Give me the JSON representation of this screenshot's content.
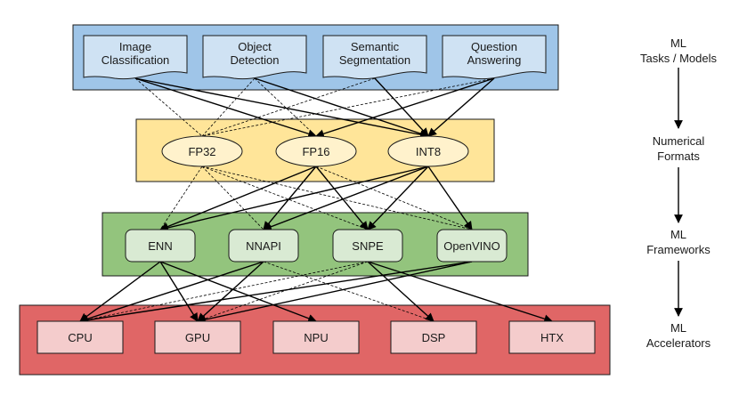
{
  "layers": {
    "tasks": {
      "label_lines": [
        "ML",
        "Tasks / Models"
      ],
      "color": "#9fc5e8",
      "node_color": "#cfe2f3"
    },
    "formats": {
      "label_lines": [
        "Numerical",
        "Formats"
      ],
      "color": "#ffe599",
      "node_color": "#fff2cc"
    },
    "frameworks": {
      "label_lines": [
        "ML",
        "Frameworks"
      ],
      "color": "#93c47d",
      "node_color": "#d9ead3"
    },
    "accelerators": {
      "label_lines": [
        "ML",
        "Accelerators"
      ],
      "color": "#e06666",
      "node_color": "#f4cccc"
    }
  },
  "nodes": {
    "tasks": [
      {
        "id": "image_classification",
        "lines": [
          "Image",
          "Classification"
        ]
      },
      {
        "id": "object_detection",
        "lines": [
          "Object",
          "Detection"
        ]
      },
      {
        "id": "semantic_segmentation",
        "lines": [
          "Semantic",
          "Segmentation"
        ]
      },
      {
        "id": "question_answering",
        "lines": [
          "Question",
          "Answering"
        ]
      }
    ],
    "formats": [
      {
        "id": "fp32",
        "label": "FP32"
      },
      {
        "id": "fp16",
        "label": "FP16"
      },
      {
        "id": "int8",
        "label": "INT8"
      }
    ],
    "frameworks": [
      {
        "id": "enn",
        "label": "ENN"
      },
      {
        "id": "nnapi",
        "label": "NNAPI"
      },
      {
        "id": "snpe",
        "label": "SNPE"
      },
      {
        "id": "openvino",
        "label": "OpenVINO"
      }
    ],
    "accelerators": [
      {
        "id": "cpu",
        "label": "CPU"
      },
      {
        "id": "gpu",
        "label": "GPU"
      },
      {
        "id": "npu",
        "label": "NPU"
      },
      {
        "id": "dsp",
        "label": "DSP"
      },
      {
        "id": "htx",
        "label": "HTX"
      }
    ]
  },
  "edges": [
    {
      "from": "image_classification",
      "to": "fp32",
      "style": "dashed"
    },
    {
      "from": "image_classification",
      "to": "fp16",
      "style": "solid"
    },
    {
      "from": "image_classification",
      "to": "int8",
      "style": "solid"
    },
    {
      "from": "object_detection",
      "to": "fp32",
      "style": "dashed"
    },
    {
      "from": "object_detection",
      "to": "fp16",
      "style": "dashed"
    },
    {
      "from": "object_detection",
      "to": "int8",
      "style": "solid"
    },
    {
      "from": "semantic_segmentation",
      "to": "fp32",
      "style": "dashed"
    },
    {
      "from": "semantic_segmentation",
      "to": "int8",
      "style": "solid"
    },
    {
      "from": "question_answering",
      "to": "fp32",
      "style": "dashed"
    },
    {
      "from": "question_answering",
      "to": "fp16",
      "style": "solid"
    },
    {
      "from": "question_answering",
      "to": "int8",
      "style": "solid"
    },
    {
      "from": "fp32",
      "to": "enn",
      "style": "dashed"
    },
    {
      "from": "fp32",
      "to": "nnapi",
      "style": "dashed"
    },
    {
      "from": "fp32",
      "to": "snpe",
      "style": "dashed"
    },
    {
      "from": "fp32",
      "to": "openvino",
      "style": "dashed"
    },
    {
      "from": "fp16",
      "to": "enn",
      "style": "solid"
    },
    {
      "from": "fp16",
      "to": "nnapi",
      "style": "solid"
    },
    {
      "from": "fp16",
      "to": "snpe",
      "style": "solid"
    },
    {
      "from": "fp16",
      "to": "openvino",
      "style": "dashed"
    },
    {
      "from": "int8",
      "to": "enn",
      "style": "solid"
    },
    {
      "from": "int8",
      "to": "nnapi",
      "style": "solid"
    },
    {
      "from": "int8",
      "to": "snpe",
      "style": "solid"
    },
    {
      "from": "int8",
      "to": "openvino",
      "style": "solid"
    },
    {
      "from": "enn",
      "to": "cpu",
      "style": "solid"
    },
    {
      "from": "enn",
      "to": "gpu",
      "style": "solid"
    },
    {
      "from": "enn",
      "to": "npu",
      "style": "solid"
    },
    {
      "from": "nnapi",
      "to": "cpu",
      "style": "solid"
    },
    {
      "from": "nnapi",
      "to": "gpu",
      "style": "solid"
    },
    {
      "from": "nnapi",
      "to": "dsp",
      "style": "dashed"
    },
    {
      "from": "snpe",
      "to": "cpu",
      "style": "dashed"
    },
    {
      "from": "snpe",
      "to": "gpu",
      "style": "dashed"
    },
    {
      "from": "snpe",
      "to": "dsp",
      "style": "solid"
    },
    {
      "from": "snpe",
      "to": "htx",
      "style": "solid"
    },
    {
      "from": "openvino",
      "to": "cpu",
      "style": "solid"
    },
    {
      "from": "openvino",
      "to": "gpu",
      "style": "solid"
    }
  ]
}
